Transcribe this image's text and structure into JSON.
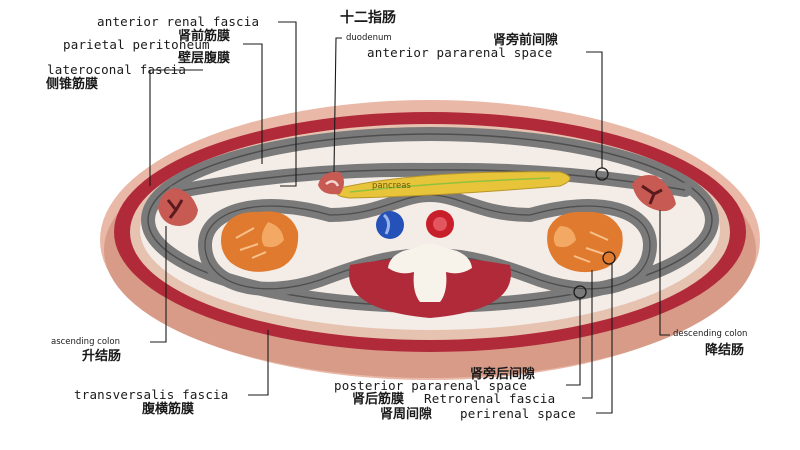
{
  "labels": {
    "anterior_renal_fascia_en": "anterior renal fascia",
    "anterior_renal_fascia_zh": "肾前筋膜",
    "parietal_peritoneum_en": "parietal peritoneum",
    "parietal_peritoneum_zh": "壁层腹膜",
    "lateroconal_fascia_en": "lateroconal fascia",
    "lateroconal_fascia_zh": "侧锥筋膜",
    "duodenum_zh": "十二指肠",
    "duodenum_en": "duodenum",
    "anterior_pararenal_space_zh": "肾旁前间隙",
    "anterior_pararenal_space_en": "anterior pararenal space",
    "pancreas_en": "pancreas",
    "ascending_colon_en": "ascending colon",
    "ascending_colon_zh": "升结肠",
    "descending_colon_en": "descending colon",
    "descending_colon_zh": "降结肠",
    "transversalis_fascia_en": "transversalis fascia",
    "transversalis_fascia_zh": "腹横筋膜",
    "posterior_pararenal_space_zh": "肾旁后间隙",
    "posterior_pararenal_space_en": "posterior pararenal space",
    "retrorenal_fascia_zh": "肾后筋膜",
    "retrorenal_fascia_en": "Retrorenal fascia",
    "perirenal_space_zh": "肾周间隙",
    "perirenal_space_en": "perirenal space"
  },
  "colors": {
    "outer_wall": "#e9b8a6",
    "wall_inner": "#f2cdbd",
    "muscle": "#b02a3a",
    "membrane": "#7a7a7a",
    "membrane_dark": "#4e4e4e",
    "cavity": "#f4ece6",
    "kidney": "#e07a2e",
    "pancreas": "#e8c43a",
    "ivc": "#2552b8",
    "aorta": "#c8202a",
    "spine": "#f7f3ea",
    "colon": "#c75a52"
  }
}
